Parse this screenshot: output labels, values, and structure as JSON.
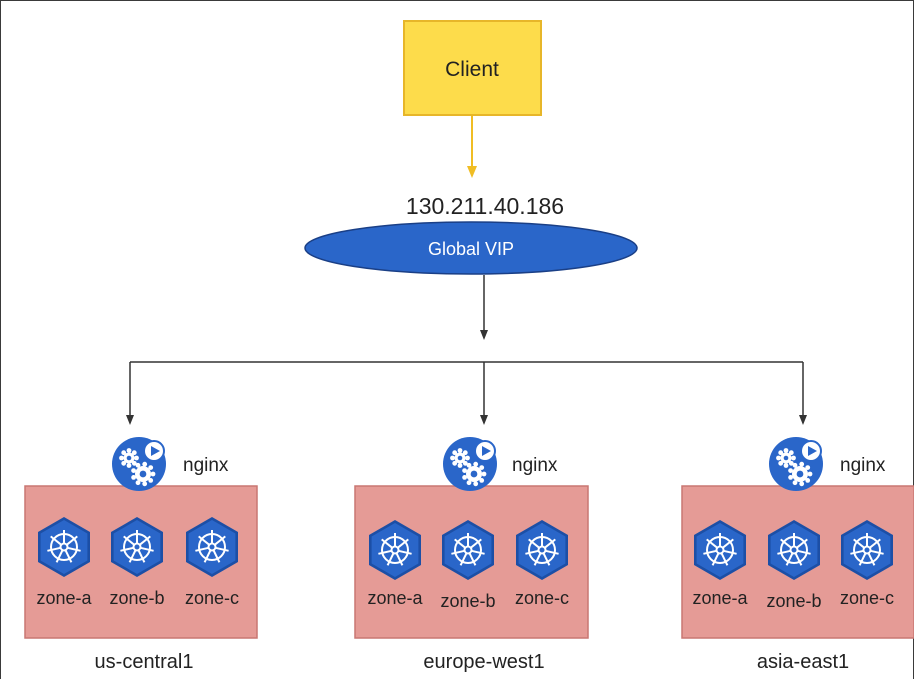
{
  "client": {
    "label": "Client"
  },
  "vip": {
    "ip": "130.211.40.186",
    "label": "Global VIP"
  },
  "regions": [
    {
      "name": "us-central1",
      "service": "nginx",
      "zones": [
        "zone-a",
        "zone-b",
        "zone-c"
      ]
    },
    {
      "name": "europe-west1",
      "service": "nginx",
      "zones": [
        "zone-a",
        "zone-b",
        "zone-c"
      ]
    },
    {
      "name": "asia-east1",
      "service": "nginx",
      "zones": [
        "zone-a",
        "zone-b",
        "zone-c"
      ]
    }
  ],
  "colors": {
    "client_fill": "#fddc4b",
    "client_border": "#e7b629",
    "client_arrow": "#f0bd24",
    "vip_fill": "#2a66c9",
    "vip_border": "#1a3f86",
    "region_fill": "#e59b96",
    "region_border": "#c97772",
    "icon_blue": "#2a66c9",
    "line": "#333333"
  },
  "icons": {
    "service": "gears-play-icon",
    "zone": "kubernetes-wheel-icon"
  }
}
